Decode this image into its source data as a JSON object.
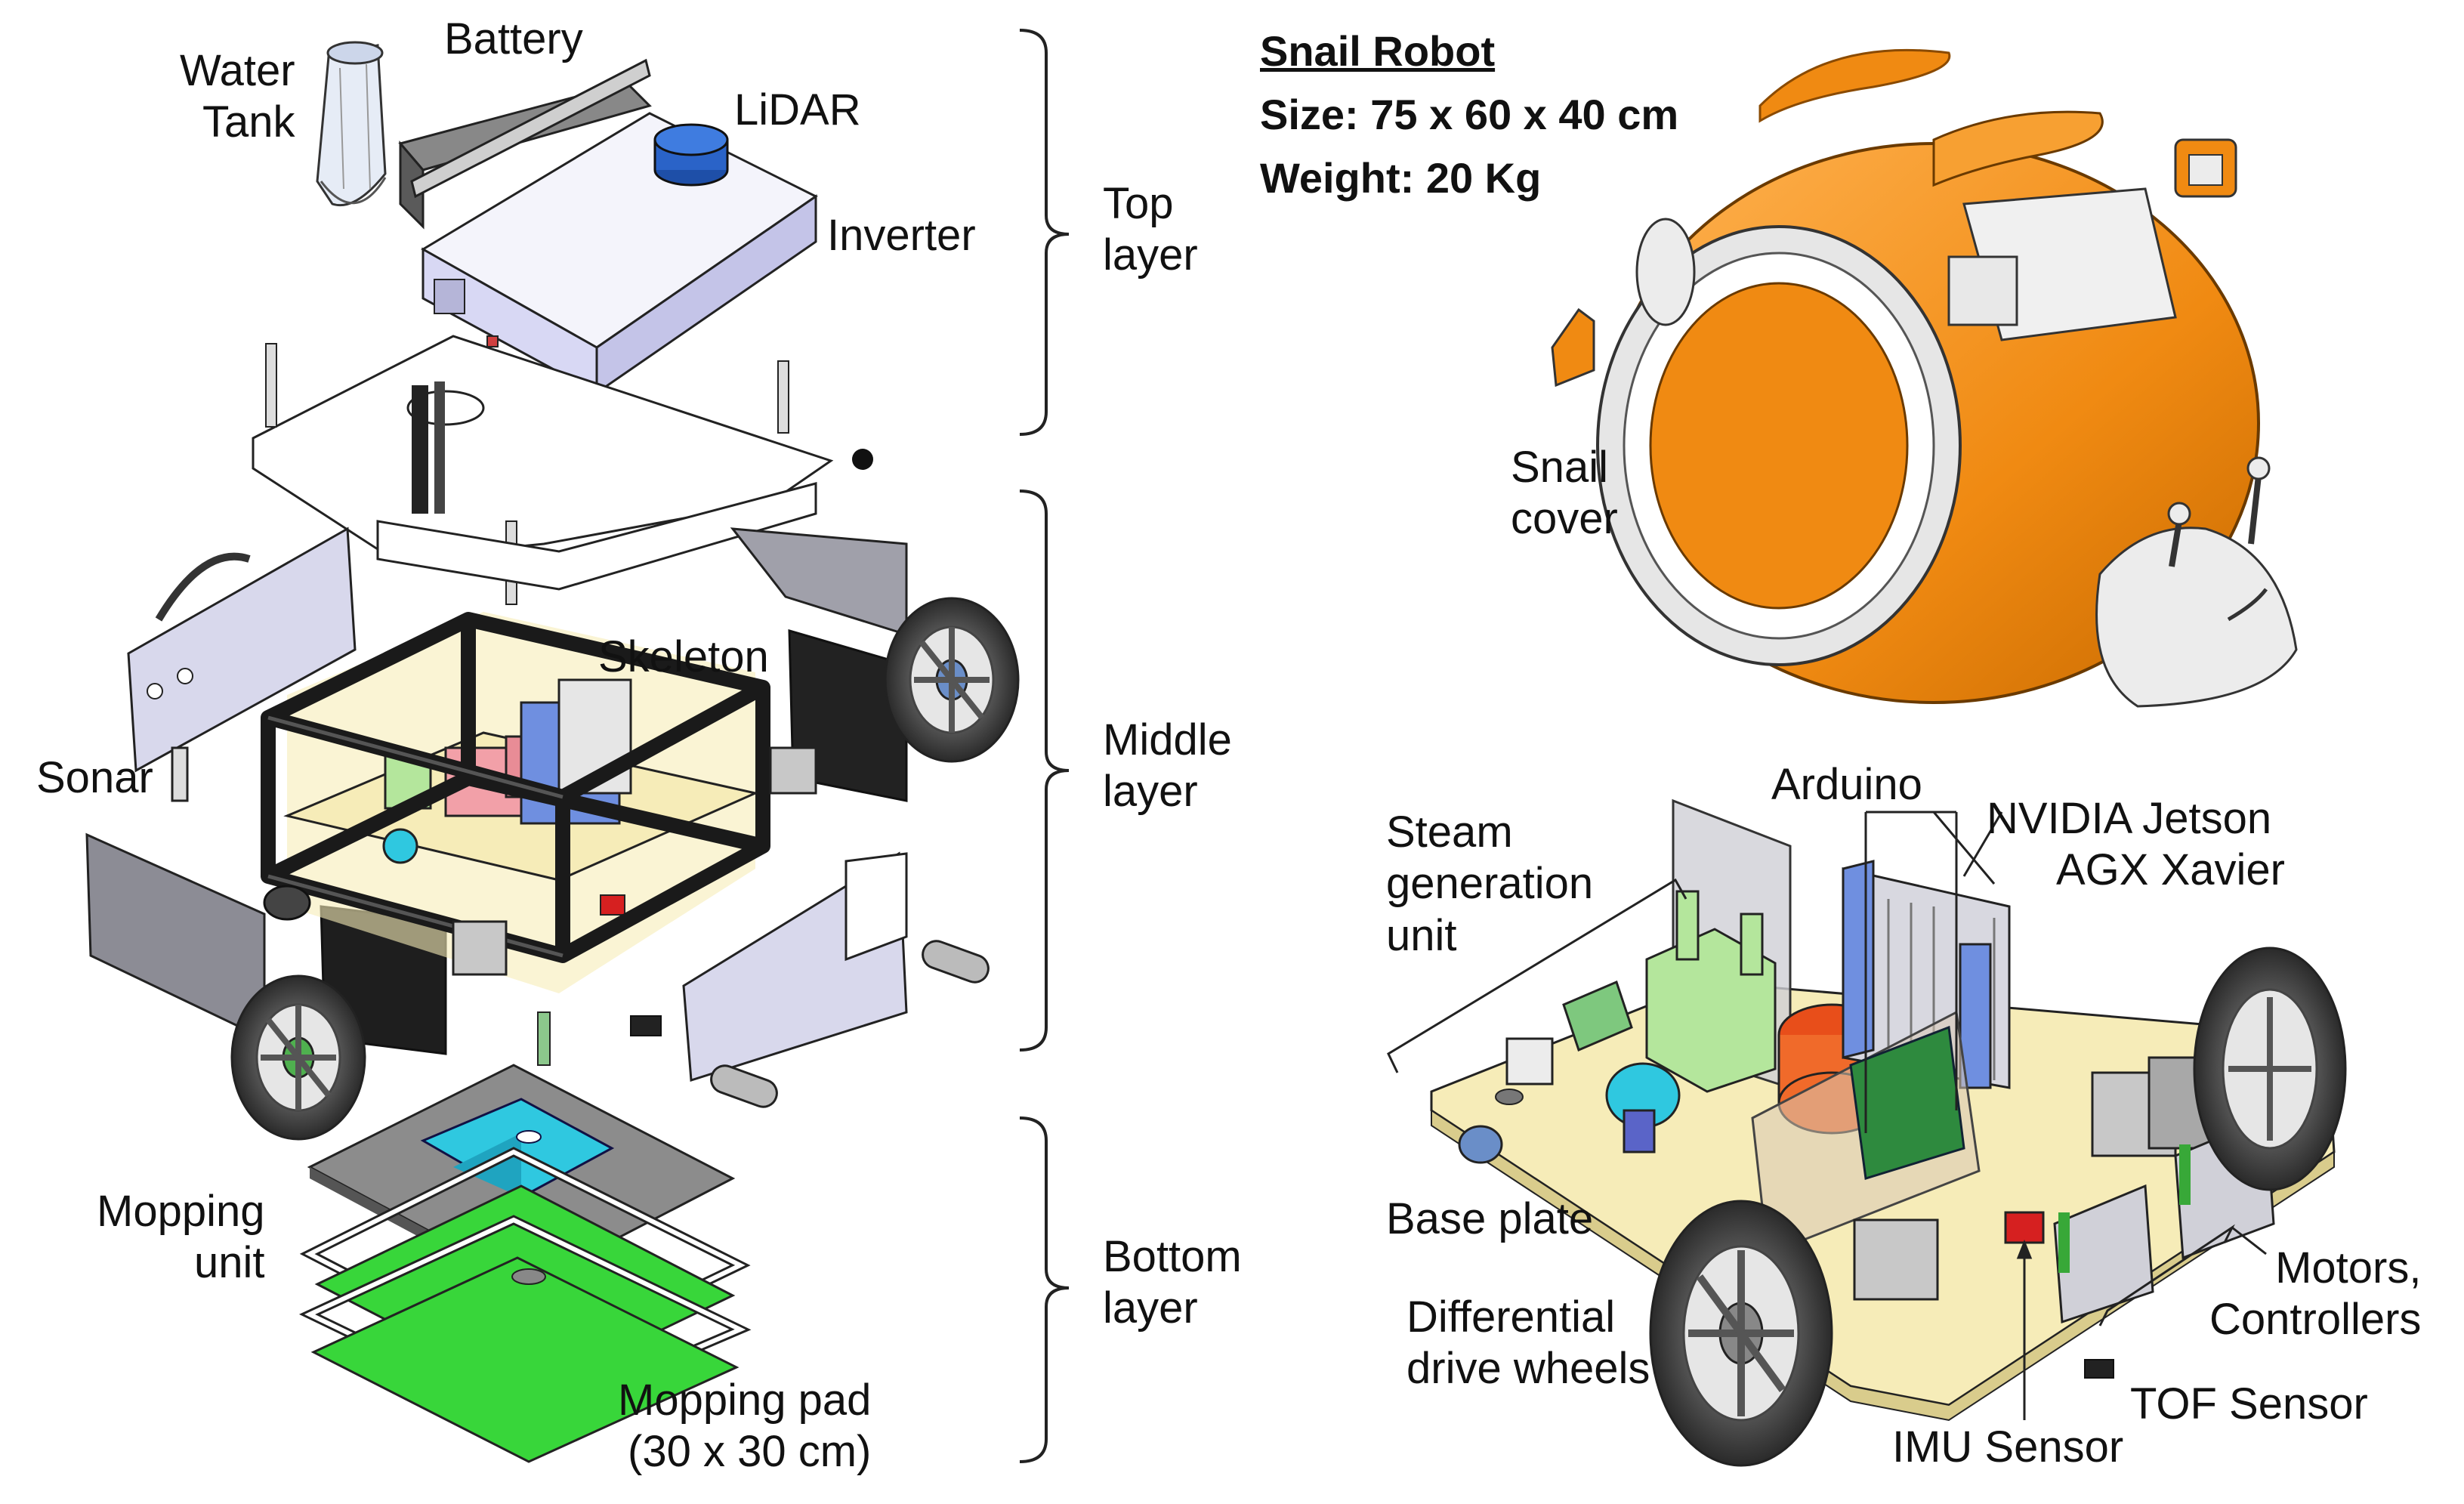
{
  "spec": {
    "title": "Snail Robot",
    "size": "Size: 75 x 60 x 40 cm",
    "weight": "Weight: 20  Kg"
  },
  "layers": {
    "top": [
      "Top",
      "layer"
    ],
    "middle": [
      "Middle",
      "layer"
    ],
    "bottom": [
      "Bottom",
      "layer"
    ]
  },
  "left_labels": {
    "water_tank": [
      "Water",
      "Tank"
    ],
    "battery": "Battery",
    "lidar": "LiDAR",
    "inverter": "Inverter",
    "skeleton": "Skeleton",
    "sonar": "Sonar",
    "mopping_unit": [
      "Mopping",
      "unit"
    ],
    "mopping_pad": [
      "Mopping pad",
      "(30 x 30 cm)"
    ]
  },
  "right_labels": {
    "snail_cover": [
      "Snail",
      "cover"
    ],
    "arduino": "Arduino",
    "jetson": [
      "NVIDIA Jetson",
      "AGX Xavier"
    ],
    "steam": [
      "Steam",
      "generation",
      "unit"
    ],
    "base_plate": "Base plate",
    "diff_wheels": [
      "Differential",
      "drive wheels"
    ],
    "motors": [
      "Motors,",
      "Controllers"
    ],
    "tof": "TOF Sensor",
    "imu": "IMU Sensor"
  },
  "colors": {
    "snail_orange": "#f08a12",
    "frame": "#1a1a1a",
    "board_yellow": "#f6ecb8",
    "mop_green": "#38d63a",
    "mop_cyan": "#2fc8e0",
    "steam_green": "#b4e69c",
    "jetson_blue": "#6f8fe0",
    "inverter_lavender": "#d8d8f4"
  }
}
